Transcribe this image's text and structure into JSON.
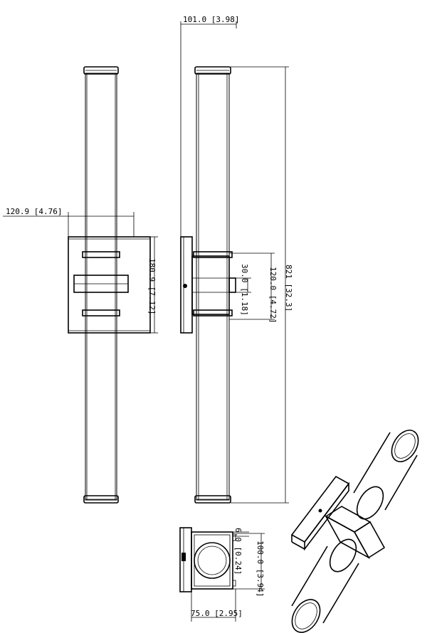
{
  "dimensions": {
    "top_width": "101.0 [3.98]",
    "back_width": "120.9 [4.76]",
    "back_height": "180.9 [7.12]",
    "arm_depth": "30.0 [1.18]",
    "clamp_height": "120.0 [4.72]",
    "overall_height": "821 [32.3]",
    "plate_thickness": "6.0 [0.24]",
    "bottom_height": "100.0 [3.94]",
    "bottom_width": "75.0 [2.95]"
  }
}
